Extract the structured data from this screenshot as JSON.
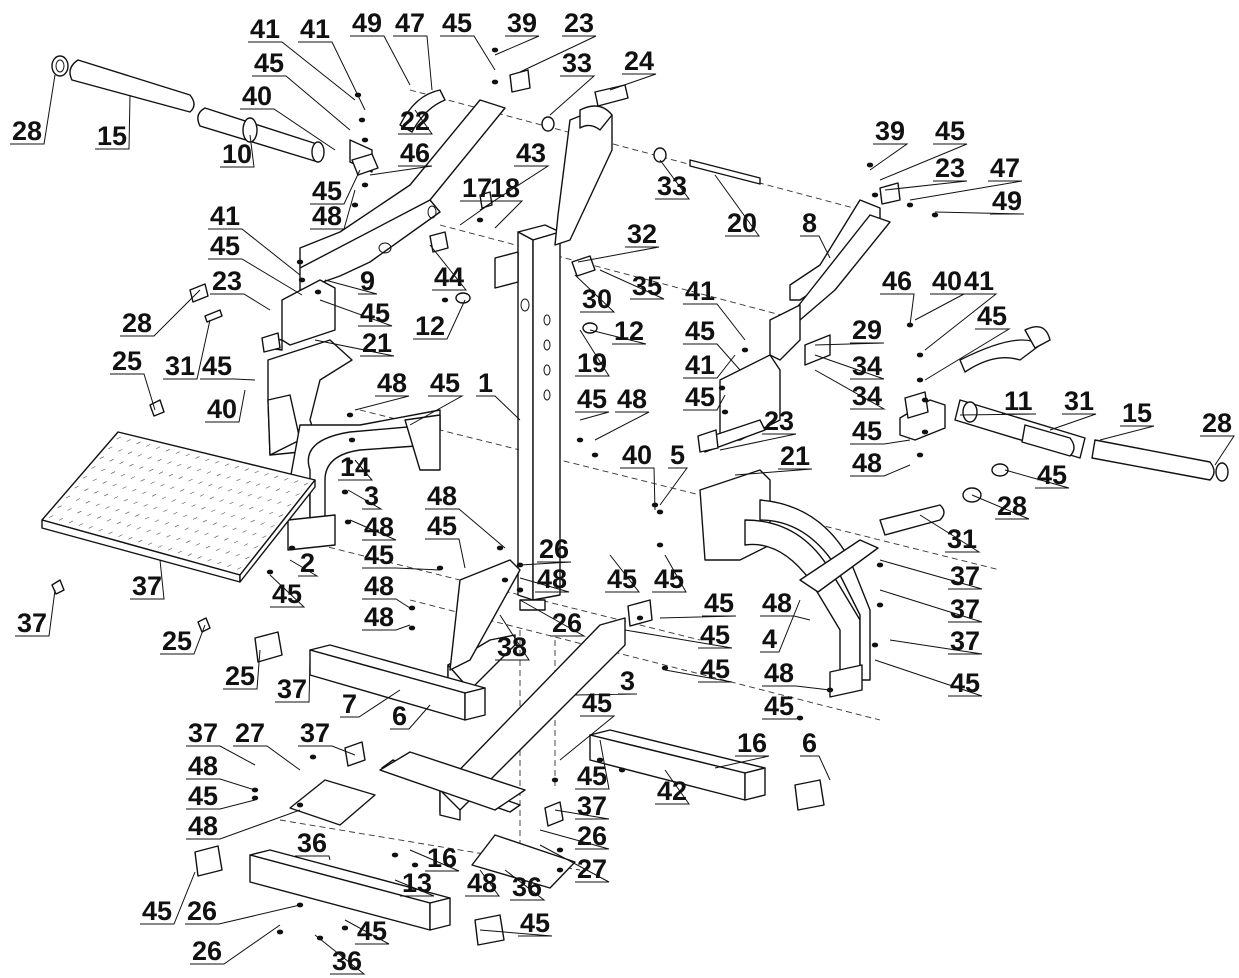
{
  "labels": [
    "28",
    "15",
    "10",
    "41",
    "45",
    "40",
    "41",
    "45",
    "48",
    "49",
    "47",
    "22",
    "46",
    "45",
    "39",
    "23",
    "24",
    "33",
    "33",
    "43",
    "17",
    "18",
    "20",
    "39",
    "45",
    "23",
    "47",
    "49",
    "8",
    "41",
    "45",
    "28",
    "23",
    "9",
    "45",
    "21",
    "44",
    "12",
    "30",
    "35",
    "32",
    "12",
    "41",
    "45",
    "46",
    "40",
    "41",
    "45",
    "29",
    "34",
    "34",
    "31",
    "45",
    "25",
    "40",
    "48",
    "45",
    "1",
    "19",
    "41",
    "45",
    "45",
    "48",
    "23",
    "21",
    "11",
    "31",
    "15",
    "28",
    "45",
    "48",
    "40",
    "5",
    "45",
    "28",
    "31",
    "14",
    "3",
    "48",
    "45",
    "48",
    "48",
    "48",
    "45",
    "37",
    "2",
    "45",
    "37",
    "25",
    "25",
    "26",
    "48",
    "45",
    "45",
    "37",
    "37",
    "37",
    "45",
    "48",
    "45",
    "45",
    "26",
    "38",
    "4",
    "45",
    "3",
    "37",
    "7",
    "6",
    "48",
    "45",
    "45",
    "37",
    "37",
    "27",
    "48",
    "45",
    "48",
    "45",
    "16",
    "42",
    "6",
    "37",
    "26",
    "27",
    "36",
    "36",
    "16",
    "13",
    "48",
    "45",
    "45",
    "26",
    "26",
    "45",
    "36",
    "45",
    "36"
  ]
}
